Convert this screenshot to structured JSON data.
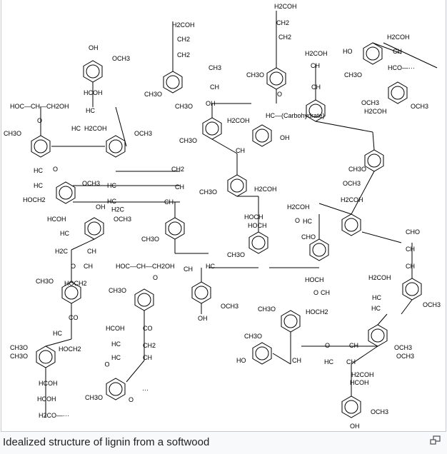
{
  "figure": {
    "caption": "Idealized structure of lignin from a softwood",
    "enlarge_icon": "enlarge-icon",
    "labels": [
      "H2COH",
      "CH2",
      "CH2",
      "H2COH",
      "CH2",
      "CH2",
      "H2COH",
      "HO",
      "CH",
      "OH",
      "OCH3",
      "CH3",
      "H2COH",
      "HCO—···",
      "CH3O",
      "CH",
      "CH3O",
      "CH",
      "CH3O",
      "CH",
      "O",
      "CH3O",
      "OH",
      "HC—(Carbohydrate)",
      "OCH3",
      "H2COH",
      "HCOH",
      "H2COH",
      "HOC—CH—CH2OH",
      "HC",
      "HC",
      "OCH3",
      "O",
      "H2COH",
      "OCH3",
      "CH3O",
      "CH3O",
      "OH",
      "CH",
      "CH3O",
      "OCH3",
      "HC",
      "O",
      "CH2",
      "H2COH",
      "HC",
      "OCH3",
      "HC",
      "CH",
      "CH3O",
      "H2COH",
      "HC",
      "HOCH2",
      "H2C",
      "CH",
      "HCOH",
      "HOCH",
      "OH",
      "OCH3",
      "H2COH",
      "HOCH",
      "HC",
      "O",
      "CHO",
      "CHO",
      "HC",
      "CH3O",
      "CH",
      "CH",
      "H2C",
      "O",
      "CH",
      "CH3O",
      "CH",
      "OCH3",
      "HOC—CH—CH2OH",
      "HC",
      "CH3O",
      "O",
      "CH",
      "HOCH2",
      "CH3O",
      "HOCH",
      "H2COH",
      "CH3O",
      "O",
      "CH",
      "HC",
      "OCH3",
      "CO",
      "HOCH2",
      "OH",
      "OCH3",
      "HC",
      "CH3O",
      "O",
      "CH",
      "HCOH",
      "CO",
      "CH3O",
      "HC",
      "CH2",
      "OCH3",
      "CH3O",
      "HOCH2",
      "HC",
      "CH",
      "HO",
      "CH",
      "HC",
      "O",
      "HC",
      "CH",
      "H2COH",
      "HCOH",
      "HCOH",
      "CH3O",
      "···",
      "HCOH",
      "H2CO—···",
      "O",
      "OCH3",
      "OH"
    ]
  }
}
